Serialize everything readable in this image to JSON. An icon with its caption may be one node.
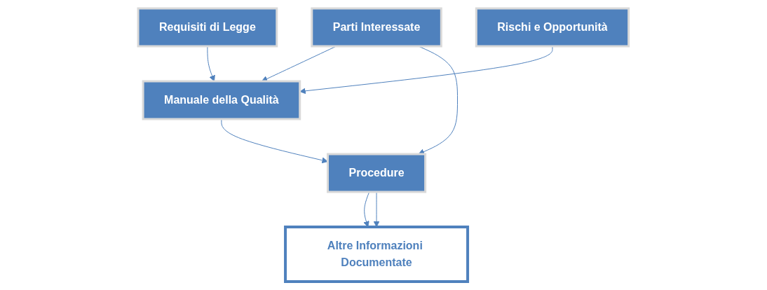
{
  "diagram": {
    "nodes": [
      {
        "text": [
          "Manuale della Qualità"
        ]
      },
      {
        "text": [
          "Parti Interessate"
        ]
      },
      {
        "text": [
          "Requisiti di Legge"
        ]
      },
      {
        "text": [
          "Rischi e Opportunità"
        ]
      },
      {
        "text": [
          "Procedure"
        ]
      },
      {
        "text": [
          "Altre Informazioni Documentate"
        ]
      }
    ],
    "edges": [
      {
        "from": 1,
        "to": 0,
        "arrow": "to"
      },
      {
        "from": 2,
        "to": 0,
        "arrow": "to"
      },
      {
        "from": 3,
        "to": 0,
        "arrow": "to"
      },
      {
        "from": 0,
        "to": 4,
        "arrow": "to"
      },
      {
        "from": 1,
        "to": 4,
        "arrow": "to"
      },
      {
        "from": 4,
        "to": 5,
        "arrow": "to"
      },
      {
        "from": 4,
        "to": 5,
        "arrow": "to"
      }
    ]
  }
}
